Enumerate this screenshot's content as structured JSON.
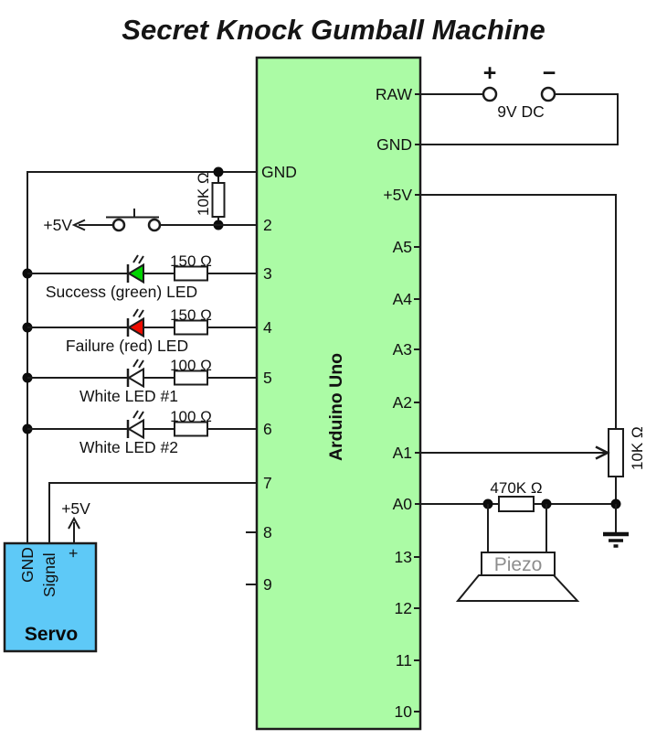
{
  "title": "Secret Knock Gumball Machine",
  "board": {
    "name": "Arduino Uno",
    "fill": "#abfba5",
    "left_pins": [
      "GND",
      "2",
      "3",
      "4",
      "5",
      "6",
      "7",
      "8",
      "9"
    ],
    "right_pins": [
      "RAW",
      "GND",
      "+5V",
      "A5",
      "A4",
      "A3",
      "A2",
      "A1",
      "A0",
      "13",
      "12",
      "11",
      "10"
    ]
  },
  "power_supply": {
    "plus": "+",
    "minus": "−",
    "label": "9V DC"
  },
  "knock_button": {
    "rail_label": "+5V",
    "pullup_value": "10K Ω"
  },
  "leds": [
    {
      "label": "Success (green) LED",
      "resistor": "150 Ω",
      "color": "#00d400"
    },
    {
      "label": "Failure (red) LED",
      "resistor": "150 Ω",
      "color": "#ee0c00"
    },
    {
      "label": "White LED #1",
      "resistor": "100 Ω",
      "color": "#ffffff"
    },
    {
      "label": "White LED #2",
      "resistor": "100 Ω",
      "color": "#ffffff"
    }
  ],
  "servo": {
    "label": "Servo",
    "fill": "#5ec9f7",
    "pin_gnd": "GND",
    "pin_signal": "Signal",
    "pin_plus": "+",
    "supply_label": "+5V"
  },
  "potentiometer": {
    "value": "10K Ω"
  },
  "piezo": {
    "label": "Piezo",
    "resistor": "470K Ω"
  }
}
